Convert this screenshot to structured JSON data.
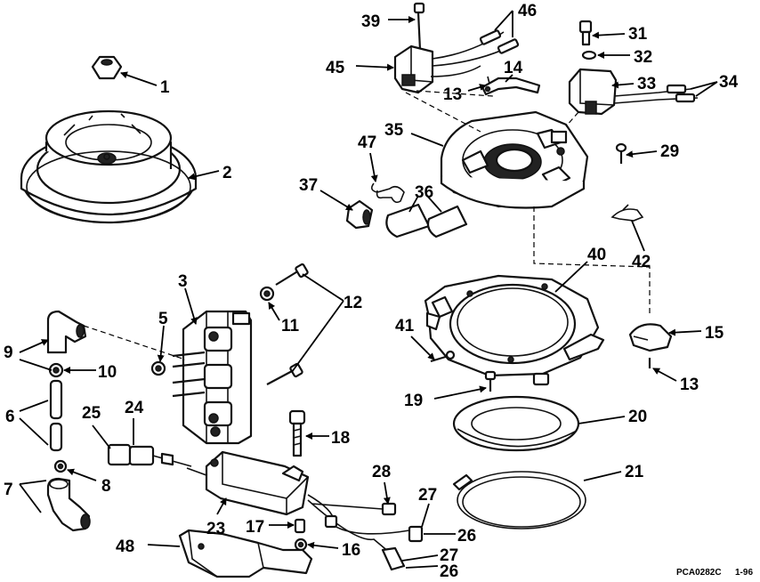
{
  "callouts": {
    "c1": "1",
    "c2": "2",
    "c3": "3",
    "c5": "5",
    "c6": "6",
    "c7": "7",
    "c8": "8",
    "c9": "9",
    "c10": "10",
    "c11": "11",
    "c12": "12",
    "c13a": "13",
    "c13b": "13",
    "c14": "14",
    "c15": "15",
    "c16": "16",
    "c17": "17",
    "c18": "18",
    "c19": "19",
    "c20": "20",
    "c21": "21",
    "c23": "23",
    "c24": "24",
    "c25": "25",
    "c26a": "26",
    "c26b": "26",
    "c27a": "27",
    "c27b": "27",
    "c28": "28",
    "c29": "29",
    "c31": "31",
    "c32": "32",
    "c33": "33",
    "c34": "34",
    "c35": "35",
    "c36": "36",
    "c37": "37",
    "c39": "39",
    "c40": "40",
    "c41": "41",
    "c42": "42",
    "c45": "45",
    "c46": "46",
    "c47": "47",
    "c48": "48"
  },
  "footer": {
    "figure_code": "PCA0282C",
    "date_code": "1-96"
  }
}
